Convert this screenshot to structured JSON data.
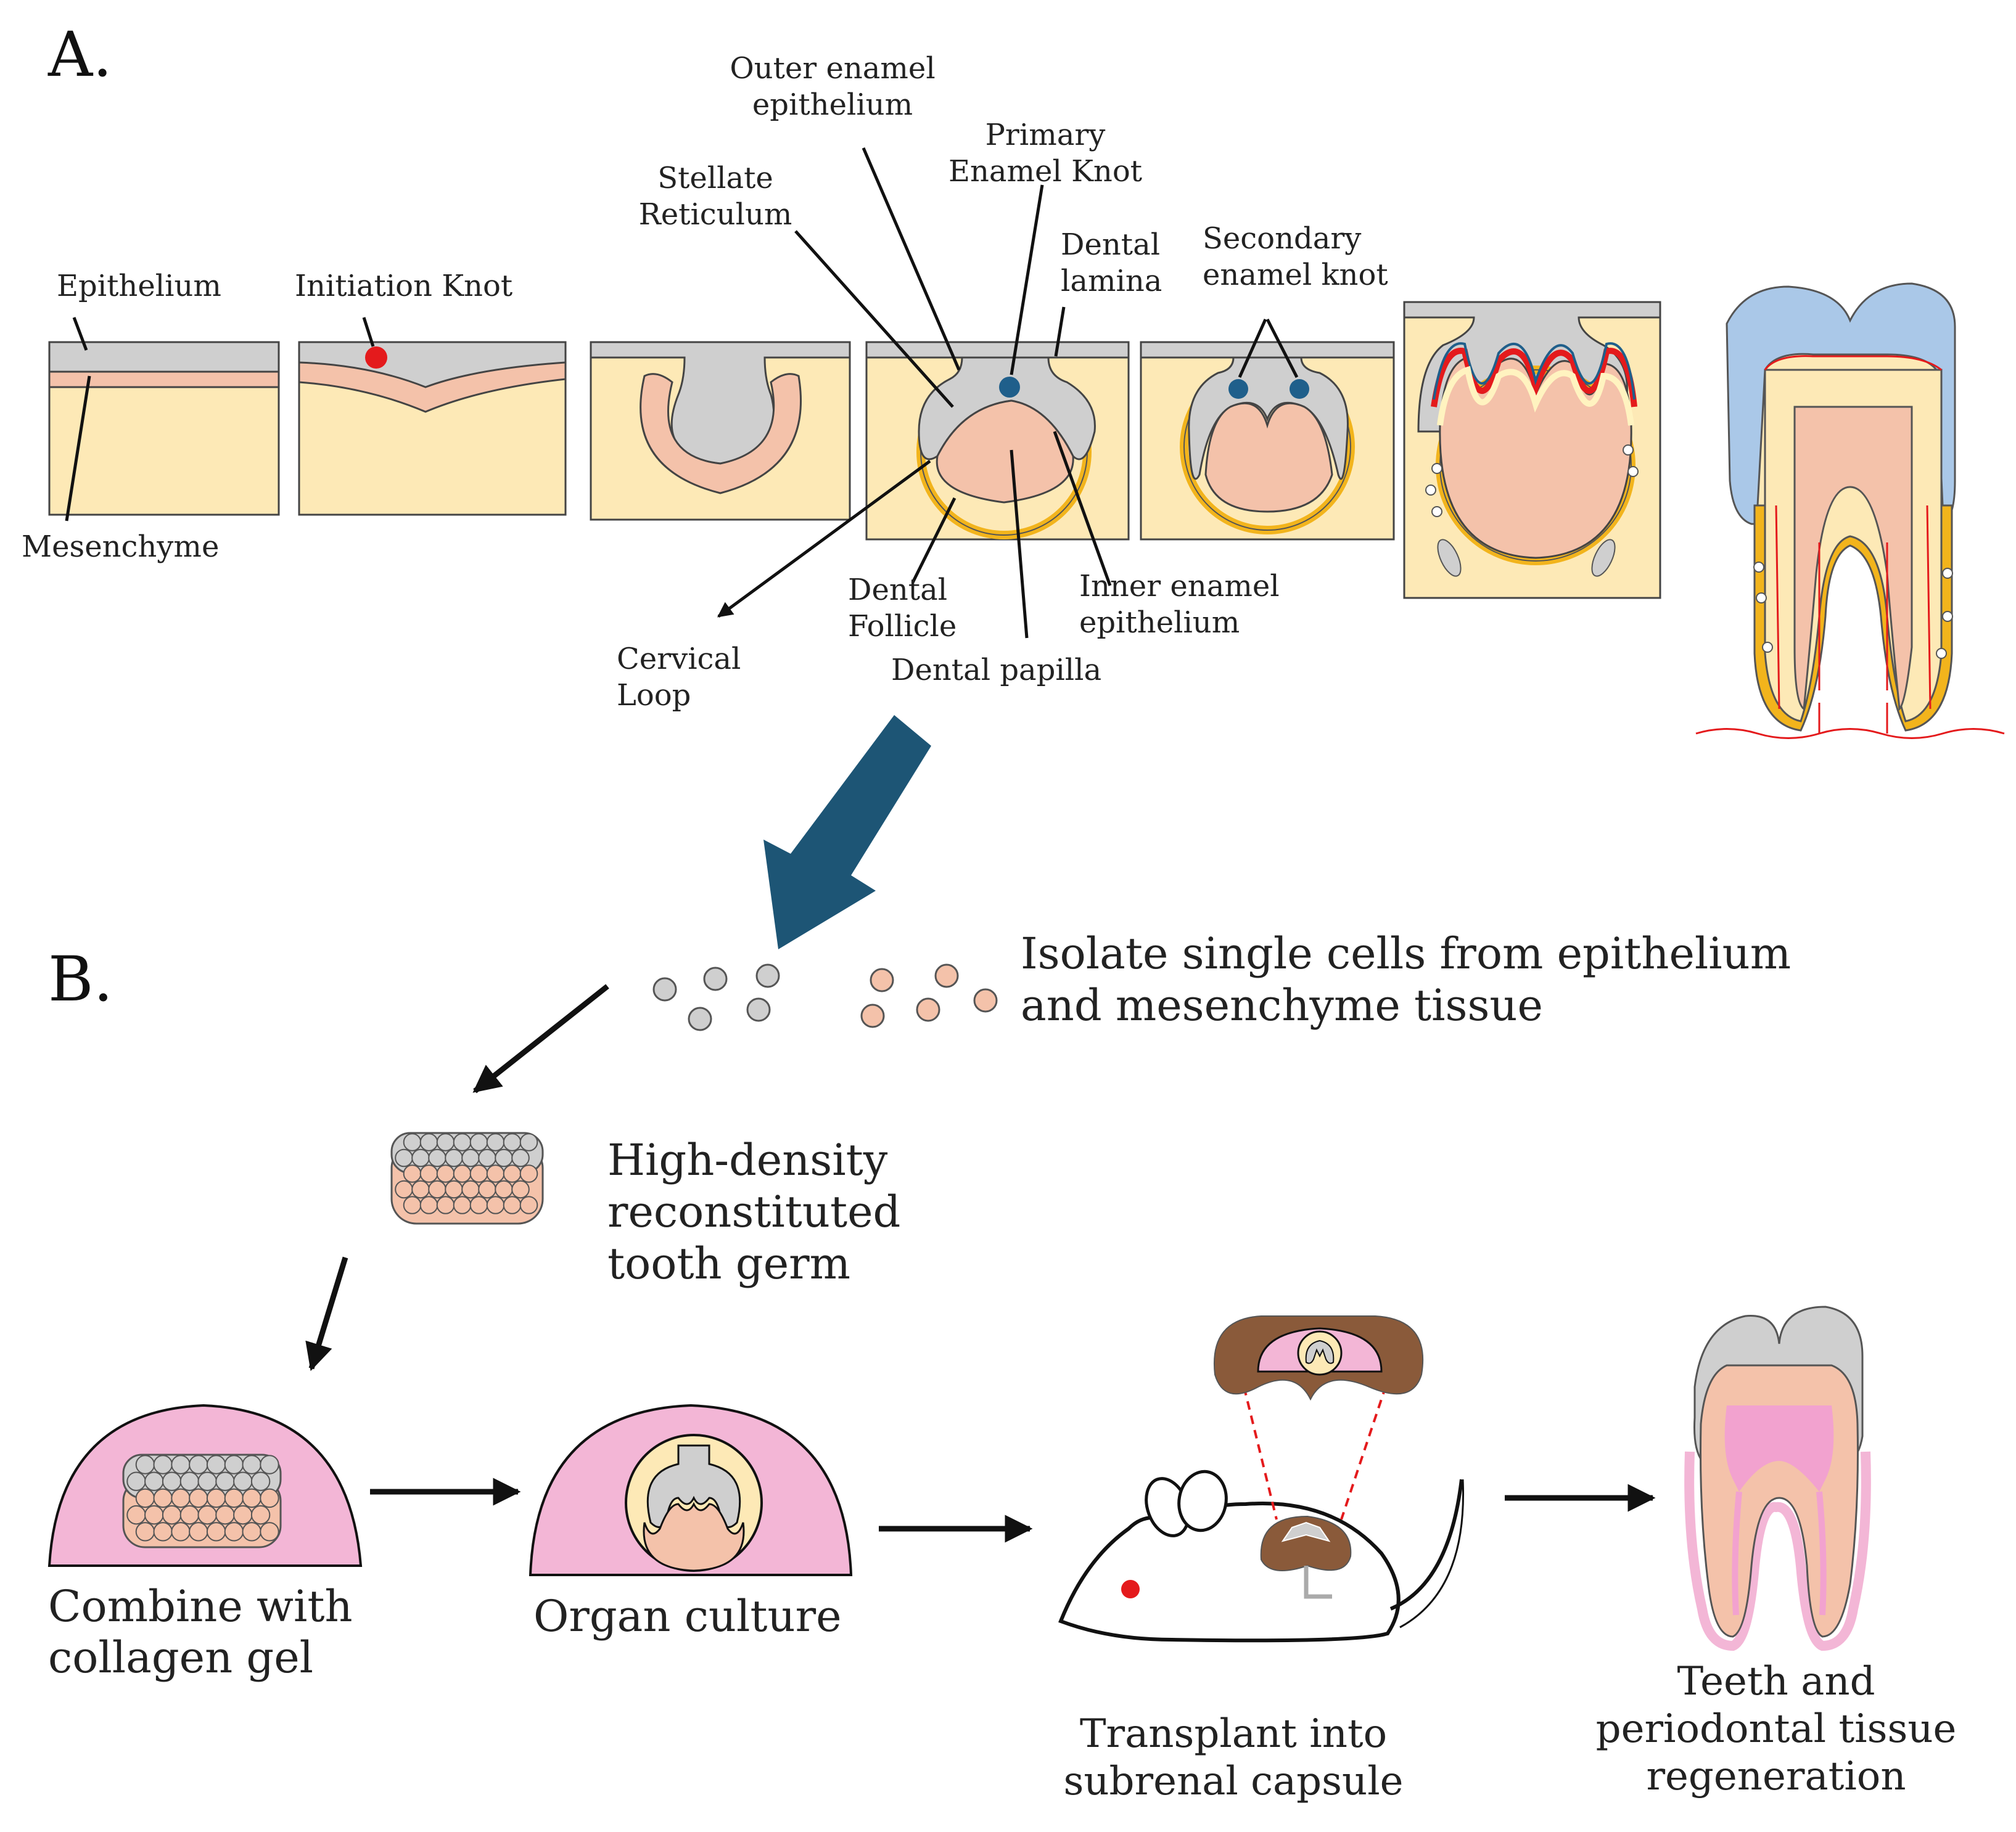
{
  "panels": {
    "a": "A.",
    "b": "B."
  },
  "stage_labels": {
    "epithelium": "Epithelium",
    "mesenchyme": "Mesenchyme",
    "initiation_knot": "Initiation Knot",
    "outer_enamel_1": "Outer enamel",
    "outer_enamel_2": "epithelium",
    "primary_knot_1": "Primary",
    "primary_knot_2": "Enamel Knot",
    "stellate_1": "Stellate",
    "stellate_2": "Reticulum",
    "dental_lamina_1": "Dental",
    "dental_lamina_2": "lamina",
    "secondary_knot_1": "Secondary",
    "secondary_knot_2": "enamel knot",
    "cervical_loop_1": "Cervical",
    "cervical_loop_2": "Loop",
    "dental_follicle_1": "Dental",
    "dental_follicle_2": "Follicle",
    "dental_papilla": "Dental papilla",
    "inner_enamel_1": "Inner enamel",
    "inner_enamel_2": "epithelium"
  },
  "steps": {
    "isolate_1": "Isolate single cells from epithelium",
    "isolate_2": "and mesenchyme tissue",
    "germ_1": "High-density",
    "germ_2": "reconstituted",
    "germ_3": "tooth germ",
    "combine_1": "Combine with",
    "combine_2": "collagen gel",
    "organ_culture": "Organ culture",
    "transplant_1": "Transplant into",
    "transplant_2": "subrenal capsule",
    "regen_1": "Teeth and",
    "regen_2": "periodontal tissue",
    "regen_3": "regeneration"
  },
  "colors": {
    "mesenchyme": "#fde9b6",
    "epithelium": "#cfcfcf",
    "dental_papilla": "#f4c2aa",
    "follicle": "#f2b41c",
    "knot_red": "#e41a1c",
    "knot_blue": "#1f5f8b",
    "enamel_blue": "#aac8e8",
    "big_arrow": "#1d5575",
    "gel_pink": "#f3b6d6",
    "kidney_brown": "#8a5a3a"
  }
}
